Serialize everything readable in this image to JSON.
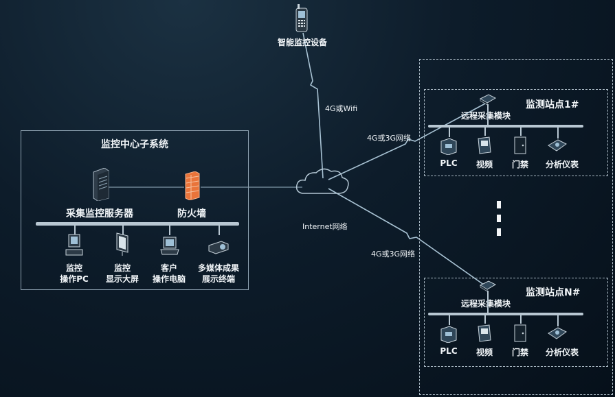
{
  "top_device": {
    "label": "智能监控设备"
  },
  "links": {
    "wifi": "4G或Wifi",
    "net_upper": "4G或3G网络",
    "net_lower": "4G或3G网络",
    "internet": "Internet网络"
  },
  "center": {
    "title": "监控中心子系统",
    "server": "采集监控服务器",
    "firewall": "防火墙",
    "terminals": [
      {
        "line1": "监控",
        "line2": "操作PC"
      },
      {
        "line1": "监控",
        "line2": "显示大屏"
      },
      {
        "line1": "客户",
        "line2": "操作电脑"
      },
      {
        "line1": "多媒体成果",
        "line2": "展示终端"
      }
    ]
  },
  "stations": [
    {
      "title": "监测站点1#",
      "module": "远程采集模块",
      "devices": [
        "PLC",
        "视频",
        "门禁",
        "分析仪表"
      ]
    },
    {
      "title": "监测站点N#",
      "module": "远程采集模块",
      "devices": [
        "PLC",
        "视频",
        "门禁",
        "分析仪表"
      ]
    }
  ]
}
